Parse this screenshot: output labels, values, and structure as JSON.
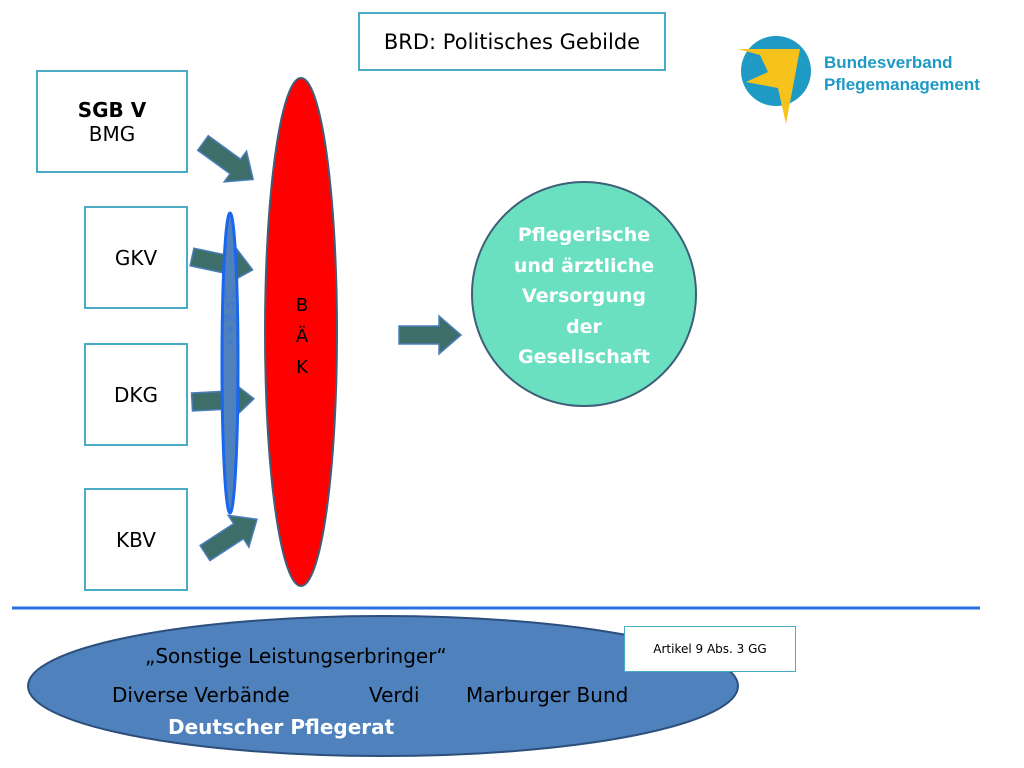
{
  "title": "BRD: Politisches Gebilde",
  "logo": {
    "line1": "Bundesverband",
    "line2": "Pflegemanagement"
  },
  "boxes": [
    {
      "bold": "SGB V",
      "label": "BMG"
    },
    {
      "label": "GKV"
    },
    {
      "label": "DKG"
    },
    {
      "label": "KBV"
    }
  ],
  "paragraph_ellipse": "§ 137 SGB V",
  "bak_ellipse": {
    "lines": [
      "B",
      "Ä",
      "K"
    ]
  },
  "result_circle": {
    "lines": [
      "Pflegerische",
      "und ärztliche",
      "Versorgung",
      "der",
      "Gesellschaft"
    ]
  },
  "bottom": {
    "heading": "„Sonstige Leistungserbringer“",
    "items": [
      "Diverse Verbände",
      "Verdi",
      "Marburger Bund"
    ],
    "highlight": "Deutscher Pflegerat",
    "note": "Artikel 9 Abs. 3 GG"
  },
  "colors": {
    "box_border": "#4bacc6",
    "bak": "#ff0000",
    "circle": "#6ae0c0",
    "arrow": "#3e6e6a",
    "bottom_ellipse": "#4f81bd",
    "divider": "#2b6fe0"
  }
}
